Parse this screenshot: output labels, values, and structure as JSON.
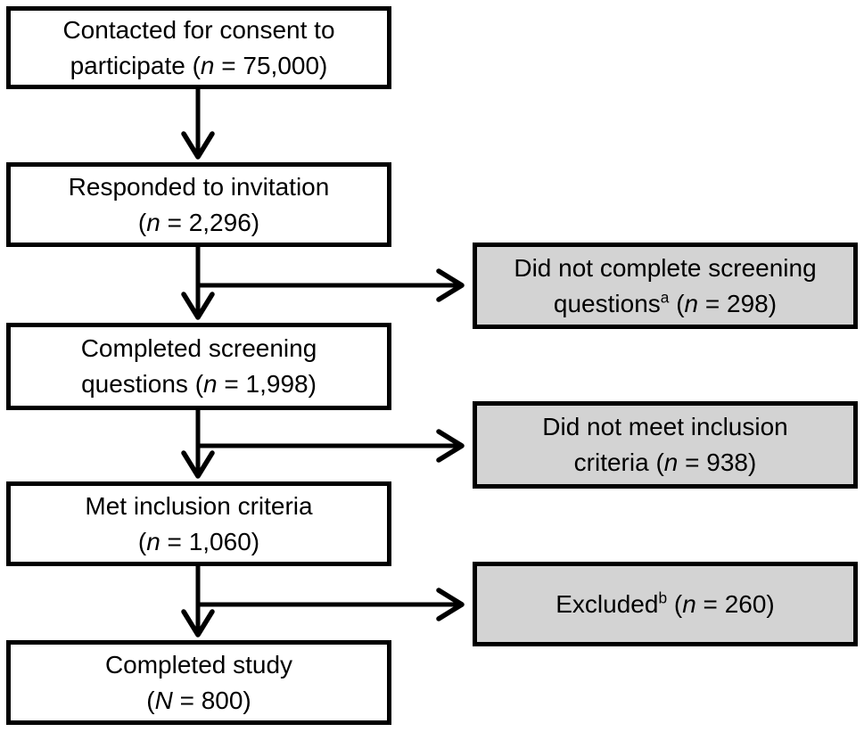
{
  "figure": {
    "type": "participant-flow-diagram",
    "colors": {
      "background": "#ffffff",
      "box_border": "#000000",
      "main_box_fill": "#ffffff",
      "side_box_fill": "#d3d3d3",
      "arrow": "#000000",
      "text": "#000000"
    },
    "nodes": {
      "contacted": {
        "text": "Contacted for consent to participate (n = 75,000)",
        "count": 75000,
        "segments": [
          {
            "t": "Contacted for consent to"
          },
          {
            "br": true
          },
          {
            "t": "participate ("
          },
          {
            "t": "n",
            "i": true
          },
          {
            "t": " = 75,000)"
          }
        ]
      },
      "responded": {
        "text": "Responded to invitation (n = 2,296)",
        "count": 2296,
        "segments": [
          {
            "t": "Responded to invitation"
          },
          {
            "br": true
          },
          {
            "t": "("
          },
          {
            "t": "n",
            "i": true
          },
          {
            "t": " = 2,296)"
          }
        ]
      },
      "screened": {
        "text": "Completed screening questions (n = 1,998)",
        "count": 1998,
        "segments": [
          {
            "t": "Completed screening"
          },
          {
            "br": true
          },
          {
            "t": "questions ("
          },
          {
            "t": "n",
            "i": true
          },
          {
            "t": " = 1,998)"
          }
        ]
      },
      "met_criteria": {
        "text": "Met inclusion criteria (n = 1,060)",
        "count": 1060,
        "segments": [
          {
            "t": "Met inclusion criteria"
          },
          {
            "br": true
          },
          {
            "t": "("
          },
          {
            "t": "n",
            "i": true
          },
          {
            "t": " = 1,060)"
          }
        ]
      },
      "completed_study": {
        "text": "Completed study (N = 800)",
        "count": 800,
        "segments": [
          {
            "t": "Completed study"
          },
          {
            "br": true
          },
          {
            "t": "("
          },
          {
            "t": "N",
            "i": true
          },
          {
            "t": " = 800)"
          }
        ]
      },
      "did_not_complete_screening": {
        "text": "Did not complete screening questionsᵃ (n = 298)",
        "count": 298,
        "footnote_marker": "a",
        "segments": [
          {
            "t": "Did not complete screening"
          },
          {
            "br": true
          },
          {
            "t": "questions"
          },
          {
            "t": "a",
            "sup": true
          },
          {
            "t": " ("
          },
          {
            "t": "n",
            "i": true
          },
          {
            "t": " = 298)"
          }
        ]
      },
      "did_not_meet_criteria": {
        "text": "Did not meet inclusion criteria (n = 938)",
        "count": 938,
        "segments": [
          {
            "t": "Did not meet inclusion"
          },
          {
            "br": true
          },
          {
            "t": "criteria ("
          },
          {
            "t": "n",
            "i": true
          },
          {
            "t": " = 938)"
          }
        ]
      },
      "excluded": {
        "text": "Excludedᵇ (n = 260)",
        "count": 260,
        "footnote_marker": "b",
        "segments": [
          {
            "t": "Excluded"
          },
          {
            "t": "b",
            "sup": true
          },
          {
            "t": " ("
          },
          {
            "t": "n",
            "i": true
          },
          {
            "t": " = 260)"
          }
        ]
      }
    },
    "arrows": [
      {
        "name": "arrow-contacted-to-responded",
        "from": "contacted",
        "to": "responded",
        "points": [
          [
            222,
            100
          ],
          [
            222,
            176
          ]
        ]
      },
      {
        "name": "arrow-responded-to-screened",
        "from": "responded",
        "to": "screened",
        "points": [
          [
            222,
            277
          ],
          [
            222,
            356
          ]
        ]
      },
      {
        "name": "branch-to-did-not-complete-screening",
        "from": "responded",
        "to": "did_not_complete_screening",
        "points": [
          [
            222,
            320
          ],
          [
            518,
            320
          ]
        ]
      },
      {
        "name": "arrow-screened-to-met-criteria",
        "from": "screened",
        "to": "met_criteria",
        "points": [
          [
            222,
            460
          ],
          [
            222,
            534
          ]
        ]
      },
      {
        "name": "branch-to-did-not-meet-criteria",
        "from": "screened",
        "to": "did_not_meet_criteria",
        "points": [
          [
            222,
            500
          ],
          [
            518,
            500
          ]
        ]
      },
      {
        "name": "arrow-met-criteria-to-completed-study",
        "from": "met_criteria",
        "to": "completed_study",
        "points": [
          [
            222,
            635
          ],
          [
            222,
            712
          ]
        ]
      },
      {
        "name": "branch-to-excluded",
        "from": "met_criteria",
        "to": "excluded",
        "points": [
          [
            222,
            678
          ],
          [
            518,
            678
          ]
        ]
      }
    ]
  }
}
